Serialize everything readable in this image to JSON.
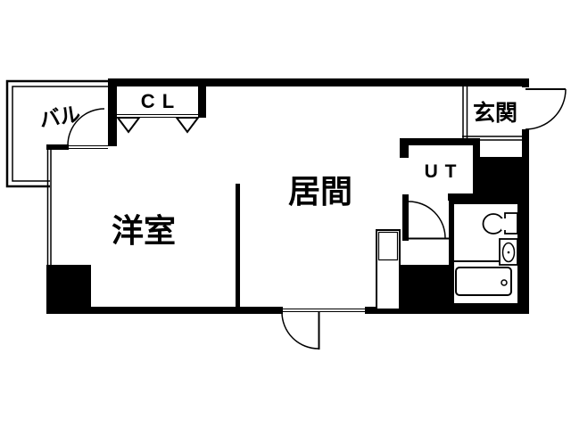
{
  "floorplan": {
    "type": "apartment-floor-plan",
    "background_color": "#ffffff",
    "line_color": "#000000",
    "rooms": {
      "balcony": {
        "label": "バル"
      },
      "closet": {
        "label": "C L"
      },
      "entrance": {
        "label": "玄関"
      },
      "utility": {
        "label": "U T"
      },
      "living": {
        "label": "居間"
      },
      "bedroom": {
        "label": "洋室"
      }
    },
    "fixtures": [
      "kitchen-counter",
      "toilet",
      "sink",
      "bathtub",
      "closet-hanger-symbols"
    ],
    "doors": [
      "balcony-door",
      "entrance-door",
      "bath-door",
      "living-room-door"
    ]
  }
}
